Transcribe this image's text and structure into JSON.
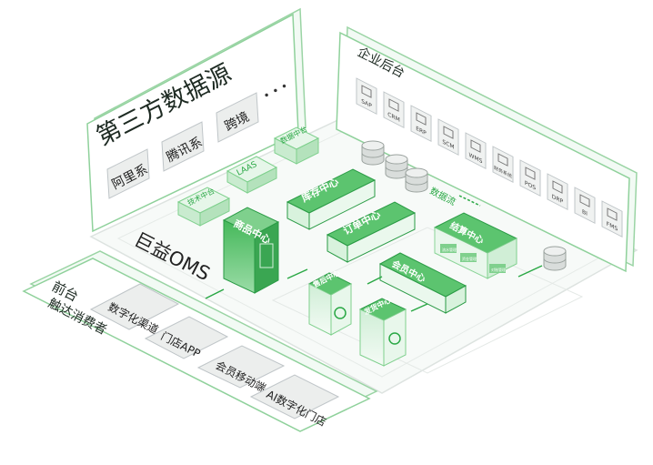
{
  "third_party": {
    "title": "第三方数据源",
    "sources": [
      "阿里系",
      "腾讯系",
      "跨境"
    ],
    "more": "• • •"
  },
  "enterprise": {
    "title": "企业后台",
    "systems": [
      "SAP",
      "CRM",
      "ERP",
      "SCM",
      "WMS",
      "财务系统",
      "POS",
      "DRP",
      "BI",
      "FMS"
    ]
  },
  "oms": {
    "brand": "巨益OMS",
    "modules": {
      "tech": "技术中台",
      "laas": "LAAS",
      "data": "数据中台",
      "goods": "商品中心",
      "inventory": "库存中心",
      "order": "订单中心",
      "settlement": "结算中心",
      "member": "会员中心",
      "after_sale": "售后中心",
      "delivery": "发货中心",
      "stream": "数据流",
      "mgmt": [
        "流水管理",
        "资金管理",
        "对账管理"
      ]
    }
  },
  "frontend": {
    "title": "前台",
    "subtitle": "触达消费者",
    "channels": [
      "数字化渠道",
      "门店APP",
      "会员移动端",
      "AI数字化门店"
    ]
  },
  "colors": {
    "green": "#2aa845",
    "green_light": "#d8f2dd",
    "green_mid": "#7fd08d",
    "panel_stroke": "#8fd19b",
    "gray": "#bfc5c8"
  }
}
